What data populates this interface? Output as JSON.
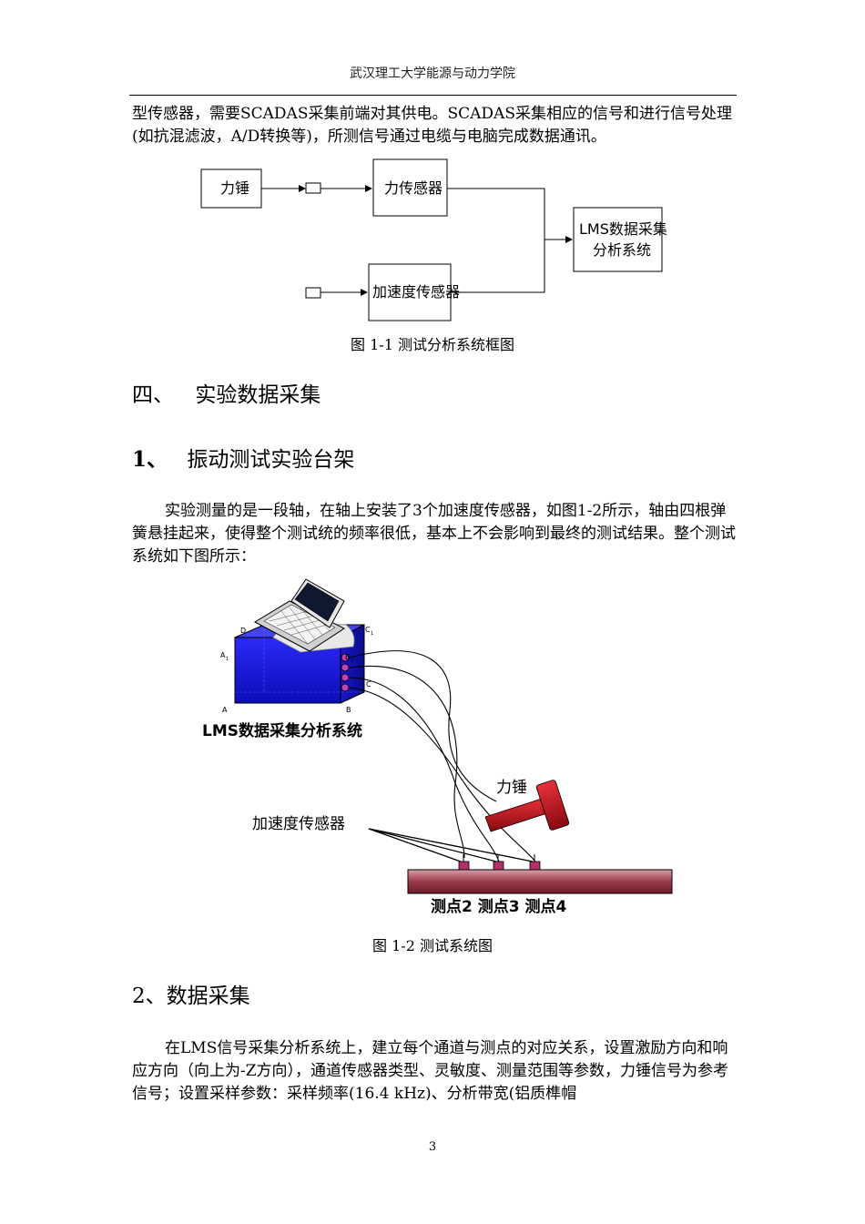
{
  "header": {
    "title": "武汉理工大学能源与动力学院"
  },
  "intro_paragraph": "型传感器，需要SCADAS采集前端对其供电。SCADAS采集相应的信号和进行信号处理(如抗混滤波，A/D转换等)，所测信号通过电缆与电脑完成数据通讯。",
  "diagram1": {
    "box_hammer": "力锤",
    "box_force_sensor": "力传感器",
    "box_accel_sensor": "加速度传感器",
    "box_lms_line1": "LMS数据采集",
    "box_lms_line2": "分析系统",
    "caption": "图 1-1  测试分析系统框图"
  },
  "section4": {
    "number": "四、",
    "title": "实验数据采集"
  },
  "section4_1": {
    "number": "1、",
    "title": "振动测试实验台架"
  },
  "paragraph_1": "实验测量的是一段轴，在轴上安装了3个加速度传感器，如图1-2所示，轴由四根弹簧悬挂起来，使得整个测试统的频率很低，基本上不会影响到最终的测试结果。整个测试系统如下图所示：",
  "diagram2": {
    "corner_d": "D",
    "corner_c1_main": "C",
    "corner_c1_sub": "1",
    "corner_a1_main": "A",
    "corner_a1_sub": "1",
    "corner_b1_main": "B",
    "corner_b1_sub": "1",
    "corner_c": "C",
    "corner_a": "A",
    "corner_b": "B",
    "lms_label": "LMS数据采集分析系统",
    "hammer_label": "力锤",
    "accel_label": "加速度传感器",
    "points_label": "测点2 测点3 测点4",
    "caption": "图 1-2    测试系统图"
  },
  "section4_2": {
    "title": "2、数据采集"
  },
  "paragraph_2": "在LMS信号采集分析系统上，建立每个通道与测点的对应关系，设置激励方向和响应方向（向上为-Z方向），通道传感器类型、灵敏度、测量范围等参数，力锤信号为参考信号；设置采样参数：采样频率(16.4 kHz)、分析带宽(铝质榫帽",
  "page_number": "3",
  "colors": {
    "cube_blue": "#1a1ae6",
    "hammer_red": "#c0141c",
    "shaft_red": "#9b3a4a"
  }
}
